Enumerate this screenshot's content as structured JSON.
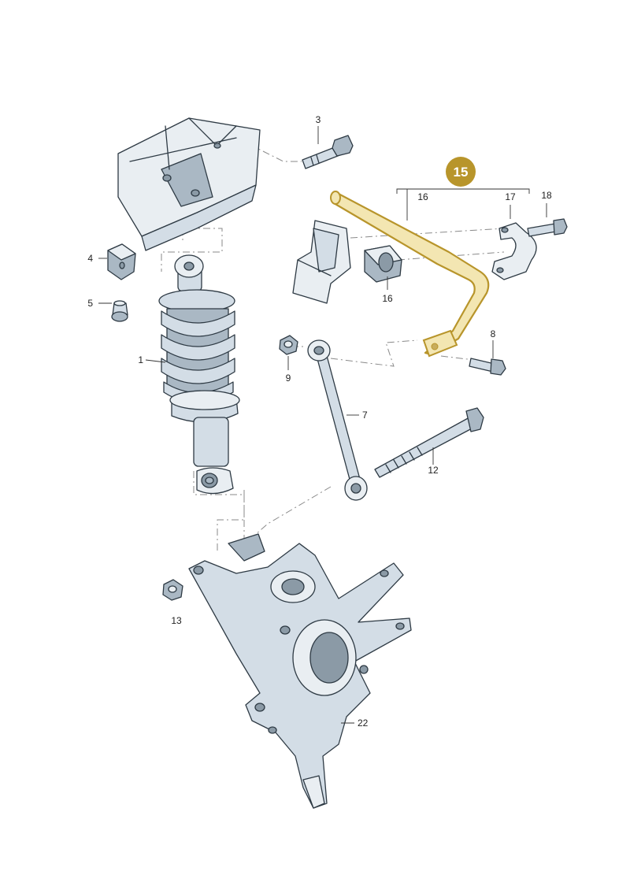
{
  "colors": {
    "accent": "#b8952b",
    "part_fill": "#d3dde6",
    "highlight_fill": "#f3e6b2",
    "outline": "#2e3a44"
  },
  "badge": {
    "label": "15"
  },
  "callouts": {
    "p1": "1",
    "p3": "3",
    "p4": "4",
    "p5": "5",
    "p7": "7",
    "p8": "8",
    "p9": "9",
    "p12": "12",
    "p13": "13",
    "p16a": "16",
    "p16b": "16",
    "p17": "17",
    "p18": "18",
    "p22": "22"
  }
}
